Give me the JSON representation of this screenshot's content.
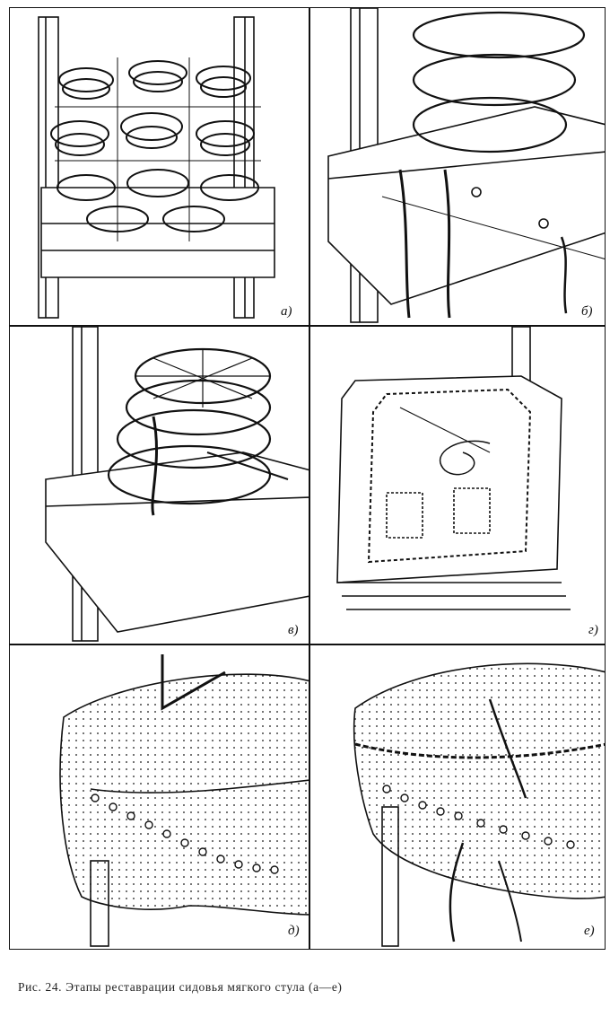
{
  "figure": {
    "panels": [
      {
        "label": "а)",
        "subject": "springs-on-frame"
      },
      {
        "label": "б)",
        "subject": "spring-tying-detail"
      },
      {
        "label": "в)",
        "subject": "spring-lashing-detail"
      },
      {
        "label": "г)",
        "subject": "burlap-stitched-frame"
      },
      {
        "label": "д)",
        "subject": "padding-edge-stitching"
      },
      {
        "label": "е)",
        "subject": "edge-roll-sewing"
      }
    ],
    "caption": "Рис. 24. Этапы реставрации сидовья мягкого стула (а—е)"
  },
  "colors": {
    "ink": "#111111",
    "paper": "#ffffff"
  }
}
